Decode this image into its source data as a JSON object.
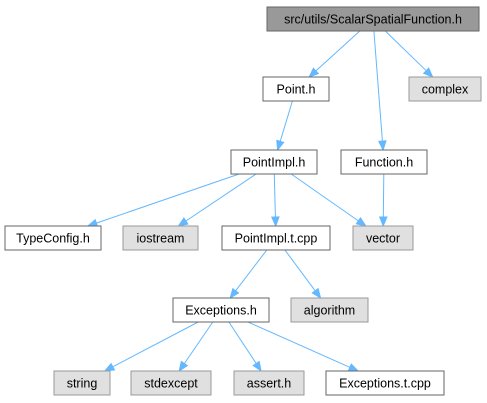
{
  "graph": {
    "colors": {
      "edge": "#63b8ff",
      "root_fill": "#999999",
      "documented_fill": "#ffffff",
      "external_fill": "#e0e0e0",
      "documented_border": "#666666",
      "external_border": "#999999",
      "text": "#000000"
    },
    "nodes": {
      "root": {
        "label": "src/utils/ScalarSpatialFunction.h",
        "kind": "root"
      },
      "point_h": {
        "label": "Point.h",
        "kind": "documented"
      },
      "complex": {
        "label": "complex",
        "kind": "external"
      },
      "pointimpl_h": {
        "label": "PointImpl.h",
        "kind": "documented"
      },
      "function_h": {
        "label": "Function.h",
        "kind": "documented"
      },
      "typeconfig_h": {
        "label": "TypeConfig.h",
        "kind": "documented"
      },
      "iostream": {
        "label": "iostream",
        "kind": "external"
      },
      "pointimpl_t_cpp": {
        "label": "PointImpl.t.cpp",
        "kind": "documented"
      },
      "vector": {
        "label": "vector",
        "kind": "external"
      },
      "exceptions_h": {
        "label": "Exceptions.h",
        "kind": "documented"
      },
      "algorithm": {
        "label": "algorithm",
        "kind": "external"
      },
      "string": {
        "label": "string",
        "kind": "external"
      },
      "stdexcept": {
        "label": "stdexcept",
        "kind": "external"
      },
      "assert_h": {
        "label": "assert.h",
        "kind": "external"
      },
      "exceptions_t_cpp": {
        "label": "Exceptions.t.cpp",
        "kind": "documented"
      }
    },
    "edges": [
      {
        "from": "root",
        "to": "point_h"
      },
      {
        "from": "root",
        "to": "function_h"
      },
      {
        "from": "root",
        "to": "complex"
      },
      {
        "from": "point_h",
        "to": "pointimpl_h"
      },
      {
        "from": "pointimpl_h",
        "to": "typeconfig_h"
      },
      {
        "from": "pointimpl_h",
        "to": "iostream"
      },
      {
        "from": "pointimpl_h",
        "to": "pointimpl_t_cpp"
      },
      {
        "from": "pointimpl_h",
        "to": "vector"
      },
      {
        "from": "function_h",
        "to": "vector"
      },
      {
        "from": "pointimpl_t_cpp",
        "to": "exceptions_h"
      },
      {
        "from": "pointimpl_t_cpp",
        "to": "algorithm"
      },
      {
        "from": "exceptions_h",
        "to": "string"
      },
      {
        "from": "exceptions_h",
        "to": "stdexcept"
      },
      {
        "from": "exceptions_h",
        "to": "assert_h"
      },
      {
        "from": "exceptions_h",
        "to": "exceptions_t_cpp"
      }
    ]
  }
}
